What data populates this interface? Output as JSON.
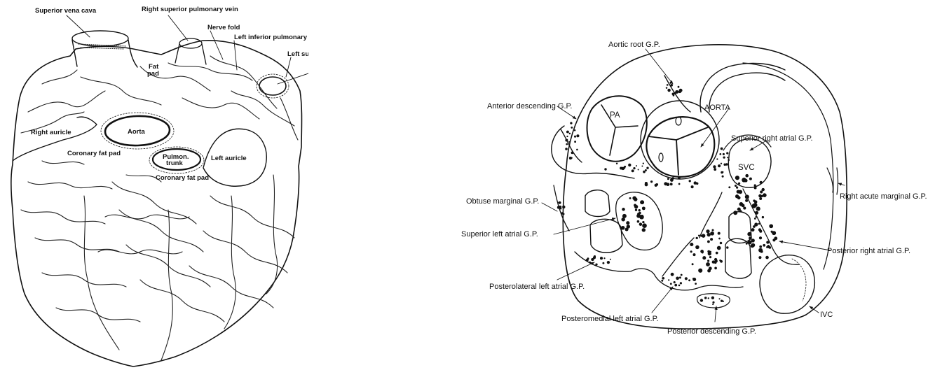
{
  "left_figure": {
    "labels": {
      "superior_vena_cava": "Superior vena cava",
      "right_superior_pulmonary_vein": "Right superior pulmonary vein",
      "nerve_fold": "Nerve fold",
      "left_inferior_pulmonary_vein": "Left inferior pulmonary vein",
      "left_superior_pulmonary_vein": "Left superior pulmonary vein",
      "fat_pad": "Fat",
      "fat_pad_2": "pad",
      "right_auricle": "Right auricle",
      "aorta": "Aorta",
      "coronary_fat_pad_1": "Coronary fat pad",
      "pulmon_trunk_1": "Pulmon.",
      "pulmon_trunk_2": "trunk",
      "left_auricle": "Left auricle",
      "coronary_fat_pad_2": "Coronary fat pad"
    }
  },
  "right_figure": {
    "labels": {
      "aortic_root_gp": "Aortic root G.P.",
      "anterior_descending_gp": "Anterior descending G.P.",
      "pa": "PA",
      "aorta": "AORTA",
      "superior_right_atrial_gp": "Superior right atrial G.P.",
      "svc": "SVC",
      "right_acute_marginal_gp": "Right acute marginal G.P.",
      "obtuse_marginal_gp": "Obtuse marginal G.P.",
      "superior_left_atrial_gp": "Superior left atrial G.P.",
      "posterior_right_atrial_gp": "Posterior right atrial G.P.",
      "posterolateral_left_atrial_gp": "Posterolateral left atrial G.P.",
      "posteromedial_left_atrial_gp": "Posteromedial left atrial G.P.",
      "posterior_descending_gp": "Posterior descending G.P.",
      "ivc": "IVC"
    }
  }
}
